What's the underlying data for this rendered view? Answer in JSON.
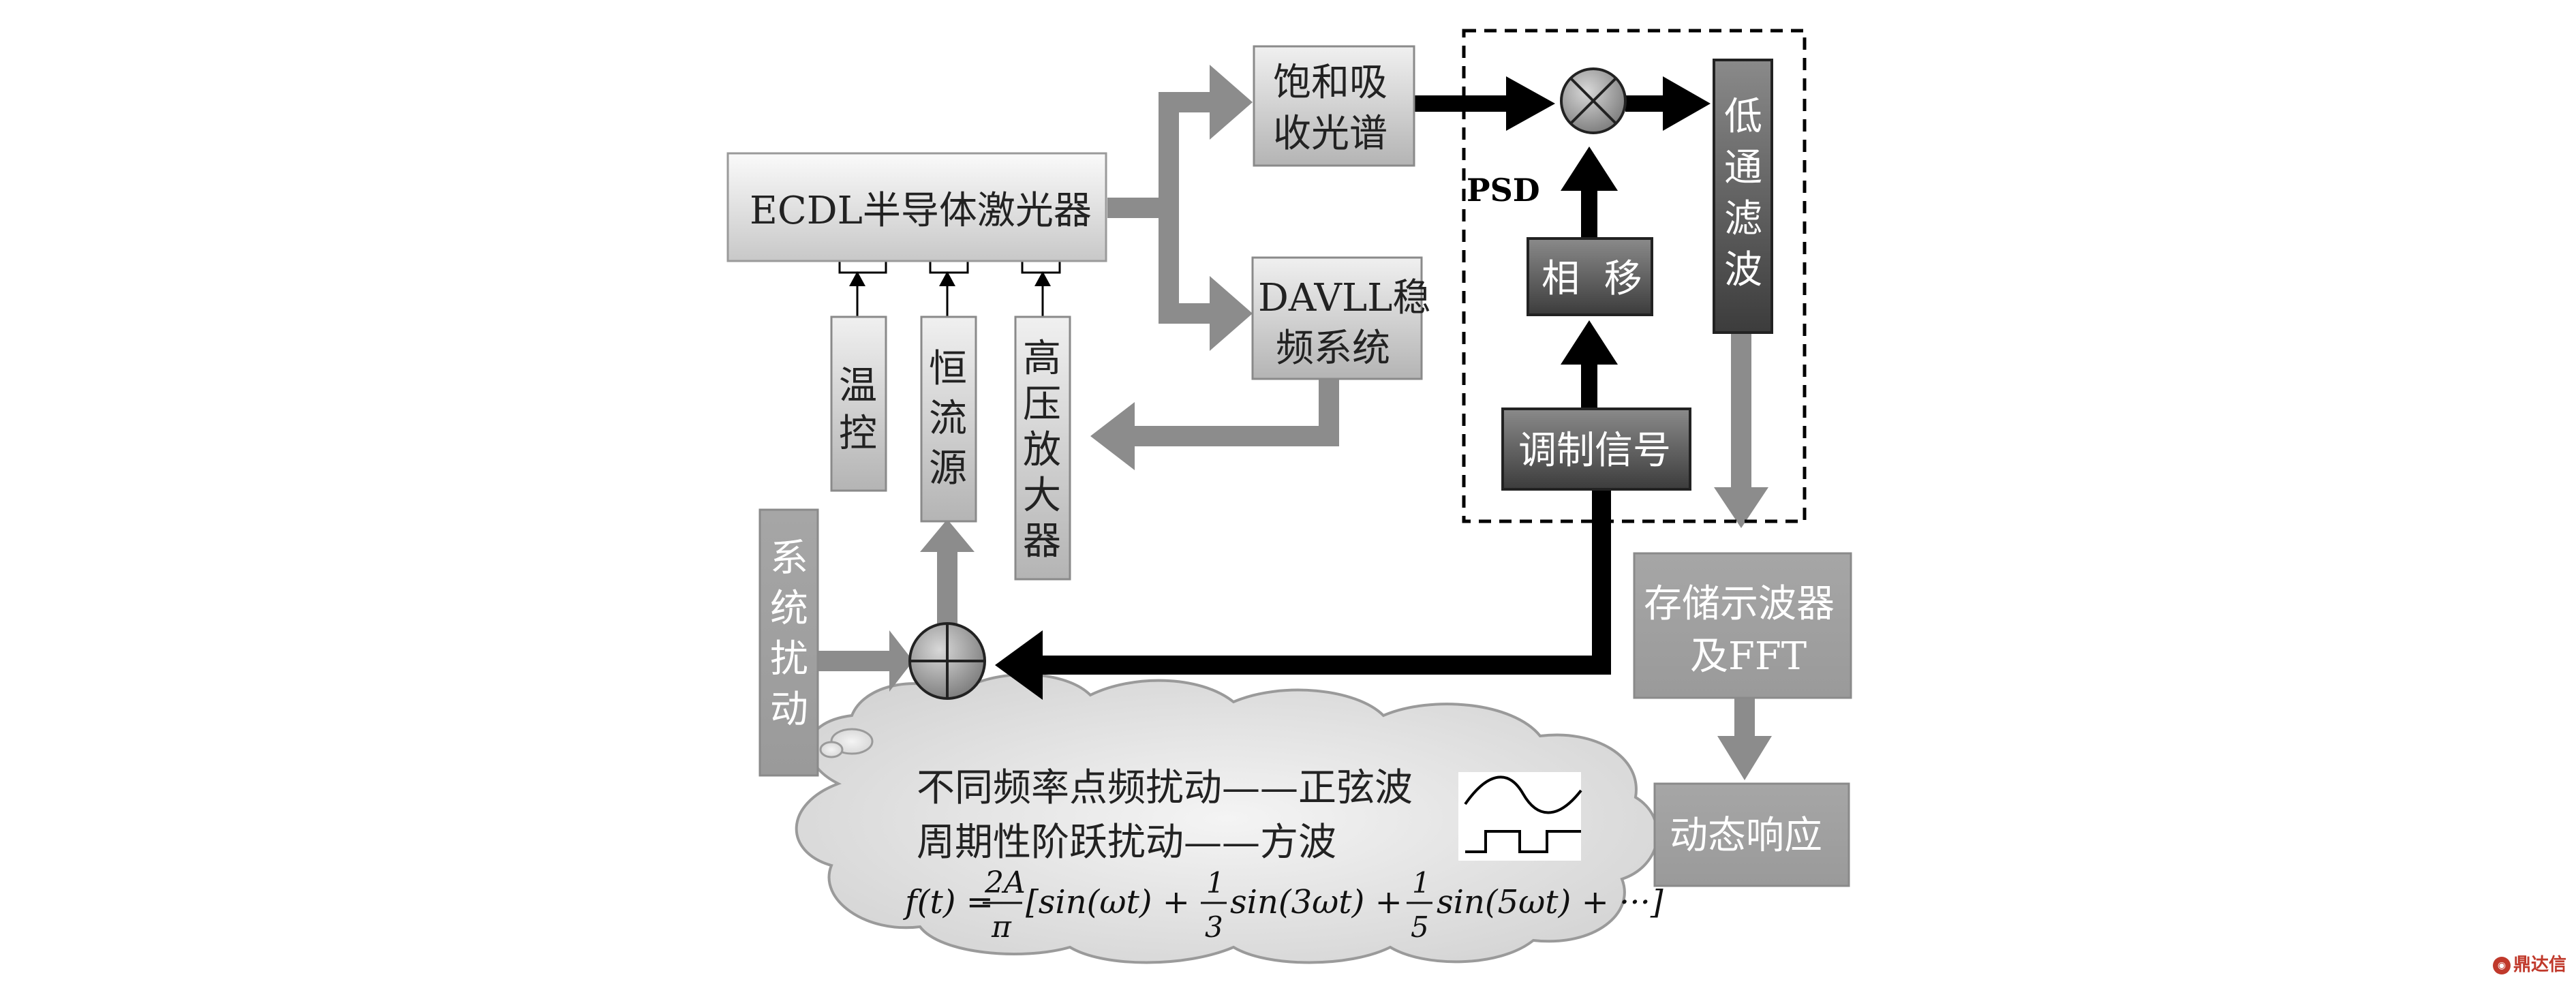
{
  "blocks": {
    "laser": "ECDL半导体激光器",
    "saturated_absorption": [
      "饱和吸",
      "收光谱"
    ],
    "davll": [
      "DAVLL稳",
      "频系统"
    ],
    "temp_control": [
      "温",
      "控"
    ],
    "const_current": [
      "恒",
      "流",
      "源"
    ],
    "hv_amp": [
      "高",
      "压",
      "放",
      "大",
      "器"
    ],
    "system_perturb": [
      "系",
      "统",
      "扰",
      "动"
    ],
    "psd_label": "PSD",
    "phase_shift": "相  移",
    "modulation": "调制信号",
    "lowpass": [
      "低",
      "通",
      "滤",
      "波"
    ],
    "oscilloscope": [
      "存储示波器",
      "及FFT"
    ],
    "dynamic_response": "动态响应"
  },
  "cloud": {
    "line1": "不同频率点频扰动——正弦波",
    "line2": "周期性阶跃扰动——方波",
    "formula": {
      "lhs": "f(t) =",
      "frac1_num": "2A",
      "frac1_den": "π",
      "bracket_open": "[sin(ωt) +",
      "frac2_num": "1",
      "frac2_den": "3",
      "term2": "sin(3ωt) +",
      "frac3_num": "1",
      "frac3_den": "5",
      "term3": "sin(5ωt) + ···]"
    }
  },
  "watermark": "鼎达信",
  "colors": {
    "gray_arrow": "#8c8c8c",
    "black_arrow": "#000000",
    "dark_box": "#5a5a5a",
    "watermark": "#c0392b"
  }
}
